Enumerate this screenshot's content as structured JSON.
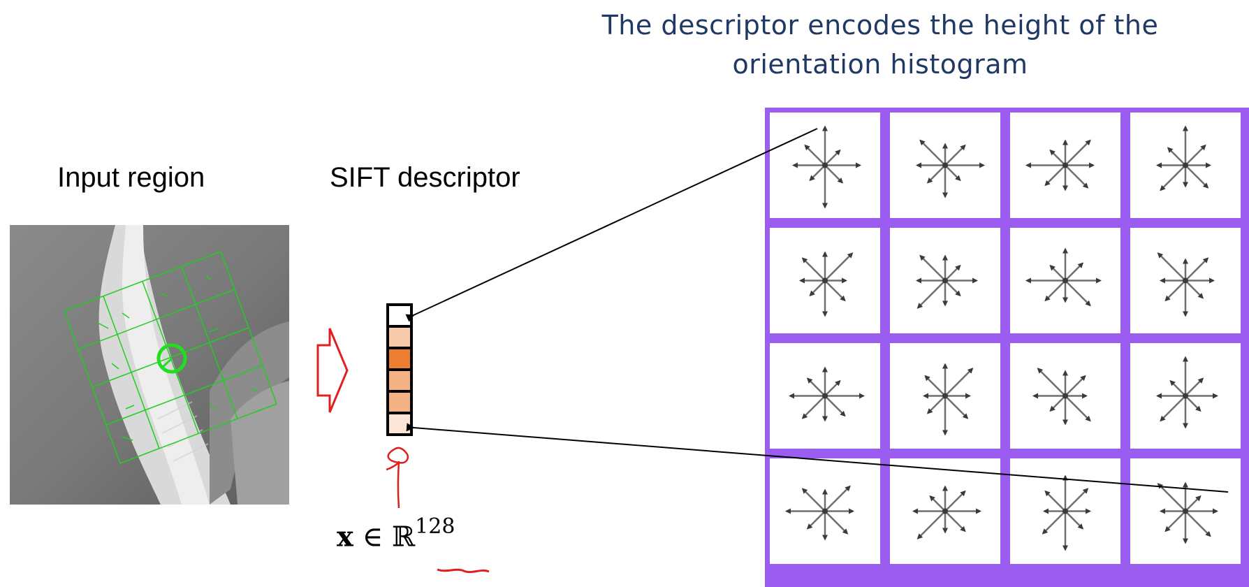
{
  "title": {
    "line1": "The descriptor encodes the height of the",
    "line2": "orientation histogram"
  },
  "labels": {
    "input_region": "Input region",
    "sift_descriptor": "SIFT descriptor"
  },
  "formula": {
    "vector": "x",
    "in": "∈",
    "space": "ℝ",
    "dim": "128"
  },
  "colors": {
    "title": "#1f3864",
    "grid_border": "#9b5cf0",
    "arrow_gray": "#6f6f6f",
    "annotation_red": "#e02020",
    "keypoint_green": "#22dd22"
  },
  "descriptor_cells": [
    "#ffffff",
    "#f8cbad",
    "#ed7d31",
    "#f4b183",
    "#f4b183",
    "#fbe5d6"
  ],
  "icons": [
    "right-arrow-icon",
    "up-arrow-icon",
    "keypoint-circle-icon",
    "orientation-star-icon"
  ]
}
